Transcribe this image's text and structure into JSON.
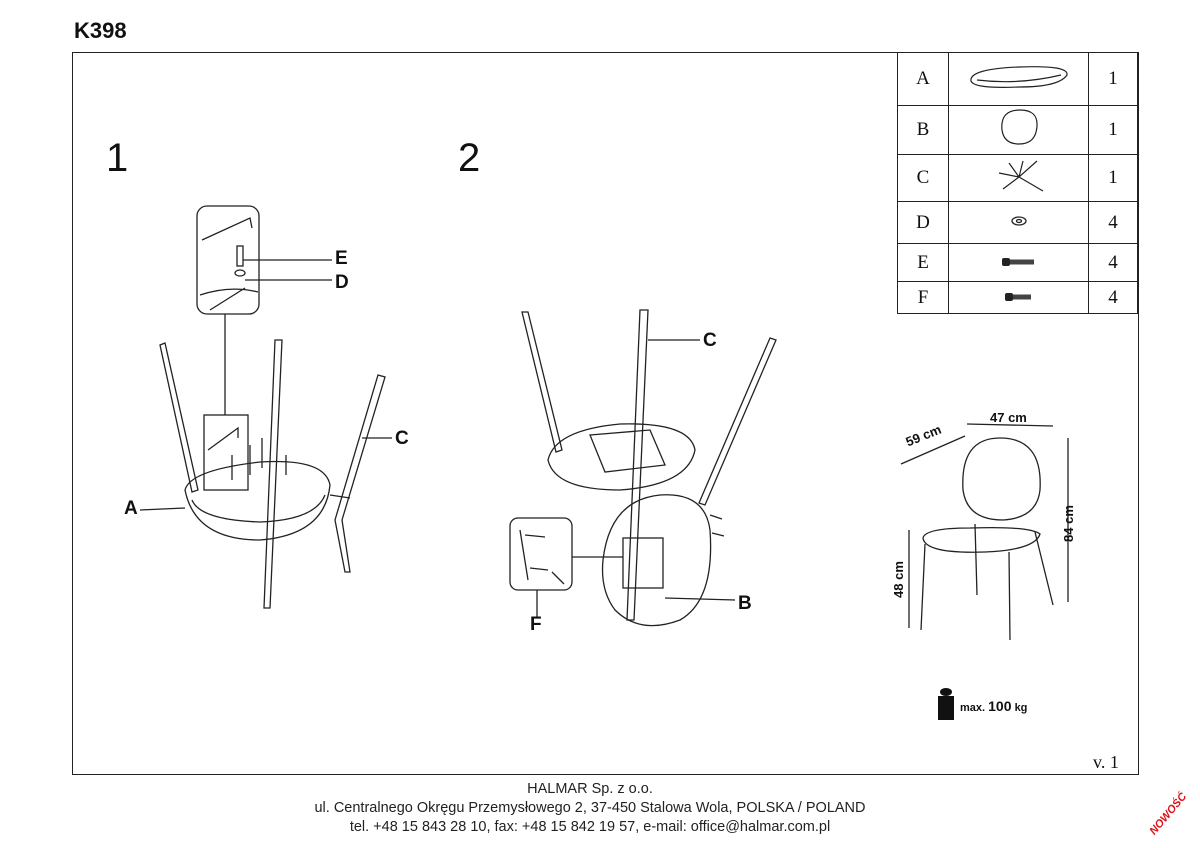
{
  "title": "K398",
  "steps": [
    "1",
    "2"
  ],
  "step1_labels": {
    "E": "E",
    "D": "D",
    "C": "C",
    "A": "A"
  },
  "step2_labels": {
    "C": "C",
    "F": "F",
    "B": "B"
  },
  "parts": [
    {
      "letter": "A",
      "icon": "seat-shell-icon",
      "qty": "1"
    },
    {
      "letter": "B",
      "icon": "backrest-icon",
      "qty": "1"
    },
    {
      "letter": "C",
      "icon": "frame-legs-icon",
      "qty": "1"
    },
    {
      "letter": "D",
      "icon": "washer-icon",
      "qty": "4"
    },
    {
      "letter": "E",
      "icon": "bolt-long-icon",
      "qty": "4"
    },
    {
      "letter": "F",
      "icon": "bolt-short-icon",
      "qty": "4"
    }
  ],
  "dimensions": {
    "width": "47 cm",
    "depth": "59 cm",
    "height": "84 cm",
    "seat_height": "48 cm"
  },
  "max_load": {
    "prefix": "max.",
    "value": "100",
    "unit": "kg"
  },
  "version": "v. 1",
  "footer": {
    "company": "HALMAR Sp. z o.o.",
    "address": "ul. Centralnego Okręgu Przemysłowego 2, 37-450 Stalowa Wola, POLSKA / POLAND",
    "contact": "tel. +48 15 843 28 10, fax: +48 15 842 19 57, e-mail: office@halmar.com.pl"
  },
  "badge": "NOWOŚĆ"
}
